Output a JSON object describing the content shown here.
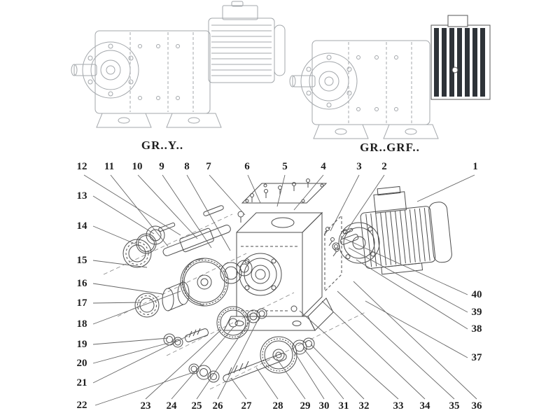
{
  "variants": {
    "left": "GR..Y..",
    "right": "GR..GRF.."
  },
  "callouts": {
    "top": [
      "12",
      "11",
      "10",
      "9",
      "8",
      "7",
      "6",
      "5",
      "4",
      "3",
      "2",
      "1"
    ],
    "left": [
      "13",
      "14",
      "15",
      "16",
      "17",
      "18",
      "19",
      "20",
      "21",
      "22"
    ],
    "bottom": [
      "23",
      "24",
      "25",
      "26",
      "27",
      "28",
      "29",
      "30",
      "31",
      "32",
      "33",
      "34",
      "35",
      "36"
    ],
    "right": [
      "40",
      "39",
      "38",
      "37"
    ]
  },
  "colors": {
    "background": "#ffffff",
    "line_light": "#a3a7ab",
    "line_dark": "#4d4d4d",
    "leader": "#666666",
    "dark_fin": "#2e3338",
    "text": "#1f1f1f"
  }
}
